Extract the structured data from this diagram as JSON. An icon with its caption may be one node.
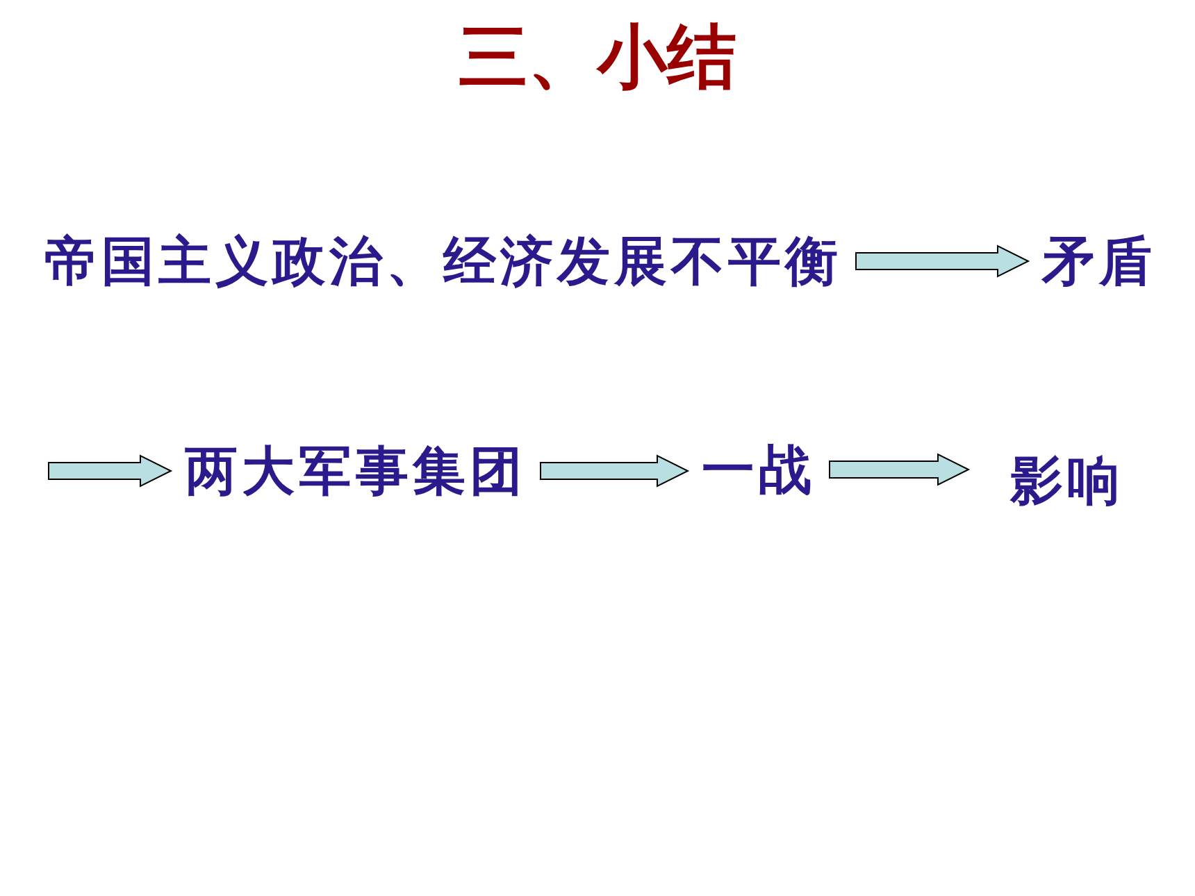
{
  "diagram": {
    "title": "三、小结",
    "nodes": [
      {
        "text": [
          "帝国主义政治、经济发展不平衡"
        ]
      },
      {
        "text": [
          "矛盾"
        ]
      },
      {
        "text": [
          "两大军事集团"
        ]
      },
      {
        "text": [
          "一战"
        ]
      },
      {
        "text": [
          "影响"
        ]
      }
    ],
    "edges": [
      {
        "from": 0,
        "to": 1,
        "arrow": "to"
      },
      {
        "from": null,
        "to": 2,
        "arrow": "to"
      },
      {
        "from": 2,
        "to": 3,
        "arrow": "to"
      },
      {
        "from": 3,
        "to": 4,
        "arrow": "to"
      }
    ]
  }
}
